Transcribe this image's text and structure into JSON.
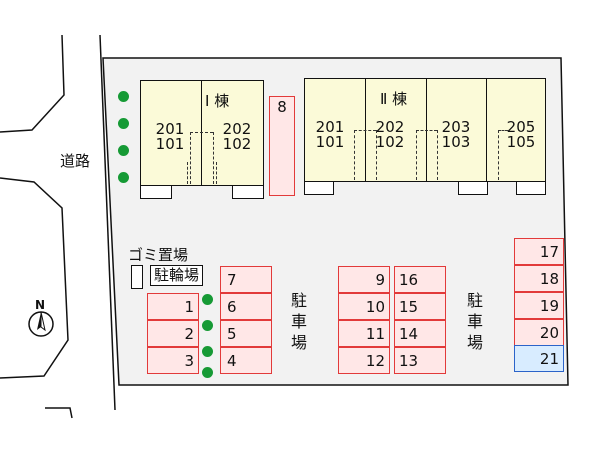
{
  "road_label": "道路",
  "north_label": "N",
  "building_1": {
    "name": "Ⅰ 棟",
    "units": [
      {
        "top": "201",
        "bottom": "101"
      },
      {
        "top": "202",
        "bottom": "102"
      }
    ]
  },
  "building_2": {
    "name": "Ⅱ 棟",
    "units": [
      {
        "top": "201",
        "bottom": "101"
      },
      {
        "top": "202",
        "bottom": "102"
      },
      {
        "top": "203",
        "bottom": "103"
      },
      {
        "top": "205",
        "bottom": "105"
      }
    ]
  },
  "garbage_label": "ゴミ置場",
  "bicycle_label": "駐輪場",
  "parking_label": [
    "駐",
    "車",
    "場"
  ],
  "stalls": {
    "s8": "8",
    "left_col": [
      "1",
      "2",
      "3"
    ],
    "mid_col": [
      "7",
      "6",
      "5",
      "4"
    ],
    "center_a": [
      "9",
      "10",
      "11",
      "12"
    ],
    "center_b": [
      "16",
      "15",
      "14",
      "13"
    ],
    "right": [
      "17",
      "18",
      "19",
      "20",
      "21"
    ]
  },
  "colors": {
    "stall_border": "#e23a3a",
    "stall_fill": "#ffe7e7",
    "stall_blue": "#2b63c9",
    "building_fill": "#fbfad8",
    "tree": "#169a35"
  }
}
